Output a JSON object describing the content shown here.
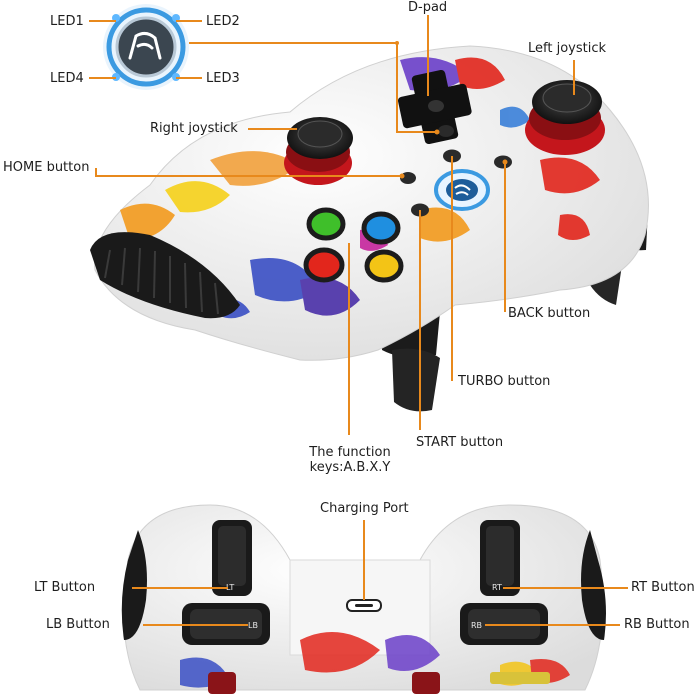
{
  "diagram": {
    "labels": {
      "led1": "LED1",
      "led2": "LED2",
      "led3": "LED3",
      "led4": "LED4",
      "dpad": "D-pad",
      "left_joystick": "Left joystick",
      "right_joystick": "Right joystick",
      "home_button": "HOME button",
      "back_button": "BACK button",
      "turbo_button": "TURBO button",
      "start_button": "START button",
      "function_keys_line1": "The function",
      "function_keys_line2": "keys:A.B.X.Y",
      "charging_port": "Charging Port",
      "lt_button": "LT Button",
      "rt_button": "RT Button",
      "lb_button": "LB Button",
      "rb_button": "RB Button"
    },
    "trigger_marks": {
      "lt": "LT",
      "rt": "RT",
      "lb": "LB",
      "rb": "RB"
    },
    "colors": {
      "callout": "#e8891c",
      "led_ring": "#3b9ae1",
      "controller_body": "#f2f2f2",
      "joystick_red": "#c4161c",
      "button_green": "#3fbf2a",
      "button_blue": "#1f8fe0",
      "button_red": "#e2261c",
      "button_yellow": "#f3c416"
    }
  }
}
